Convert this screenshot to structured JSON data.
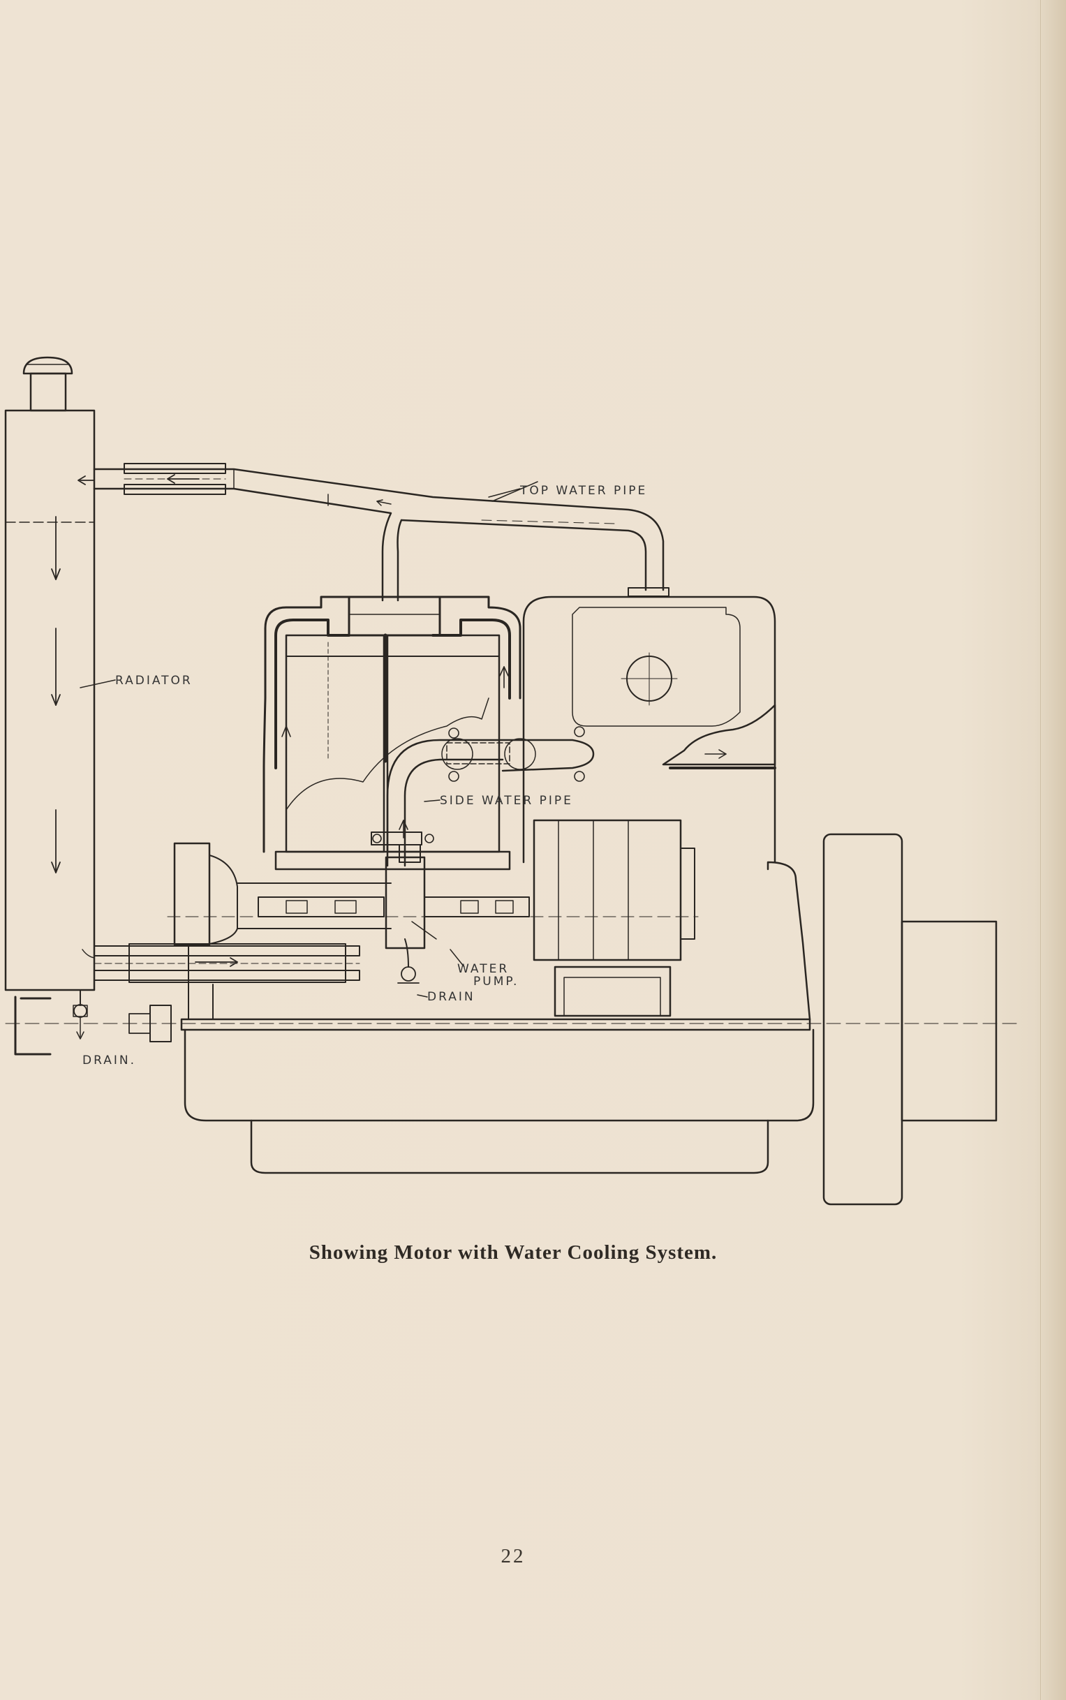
{
  "figure": {
    "labels": {
      "top_water_pipe": "TOP WATER PIPE",
      "radiator": "RADIATOR",
      "side_water_pipe": "SIDE WATER PIPE",
      "water_pump_line1": "WATER",
      "water_pump_line2": "PUMP.",
      "drain_pump": "DRAIN",
      "drain_radiator": "DRAIN."
    },
    "caption": "Showing Motor with Water Cooling System."
  },
  "page_number": "22",
  "colors": {
    "paper": "#ede2d1",
    "ink": "#2a2622"
  }
}
